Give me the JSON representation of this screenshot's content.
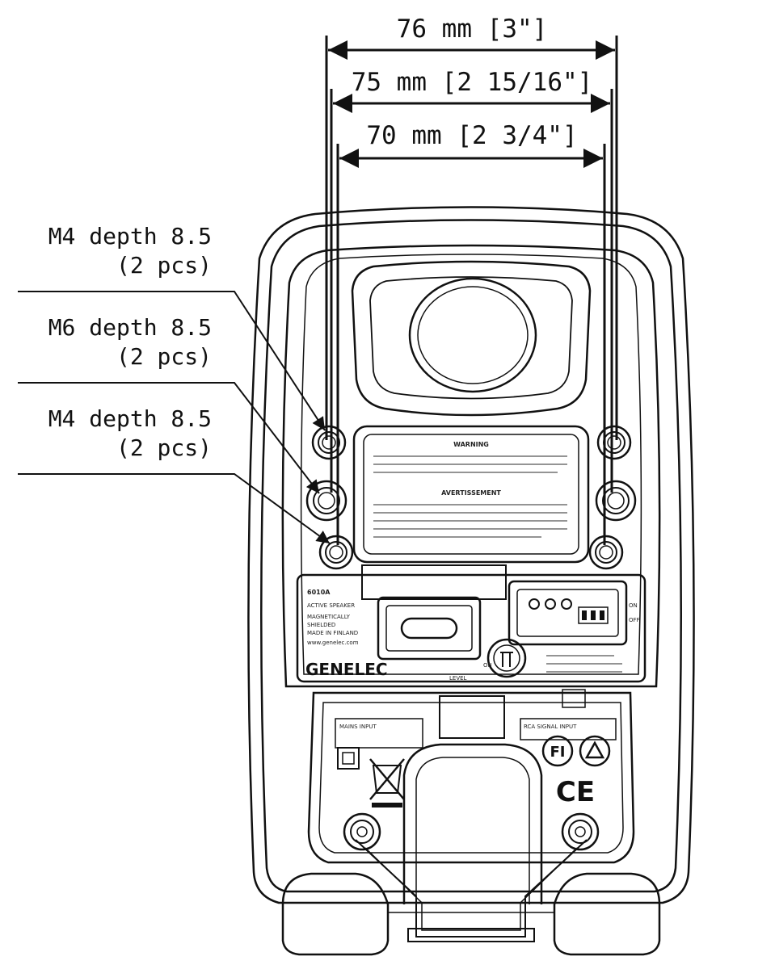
{
  "dimensions": {
    "outer": "76 mm [3\"]",
    "middle": "75 mm [2 15/16\"]",
    "inner": "70 mm [2 3/4\"]"
  },
  "callouts": [
    {
      "line1": "M4 depth 8.5",
      "line2": "(2 pcs)"
    },
    {
      "line1": "M6 depth 8.5",
      "line2": "(2 pcs)"
    },
    {
      "line1": "M4 depth 8.5",
      "line2": "(2 pcs)"
    }
  ],
  "label_plate": {
    "heading1": "WARNING",
    "heading2": "AVERTISSEMENT"
  },
  "panel": {
    "model": "6010A",
    "line1": "ACTIVE SPEAKER",
    "line2": "MAGNETICALLY",
    "line3": "SHIELDED",
    "line4": "MADE IN FINLAND",
    "line5": "www.genelec.com",
    "brand": "GENELEC",
    "switch_on": "ON",
    "switch_off": "OFF",
    "power_label": "ON",
    "level_label": "LEVEL",
    "mains_input": "MAINS INPUT",
    "rca_input": "RCA SIGNAL INPUT",
    "fi_mark": "FI",
    "ce_mark": "CE"
  }
}
